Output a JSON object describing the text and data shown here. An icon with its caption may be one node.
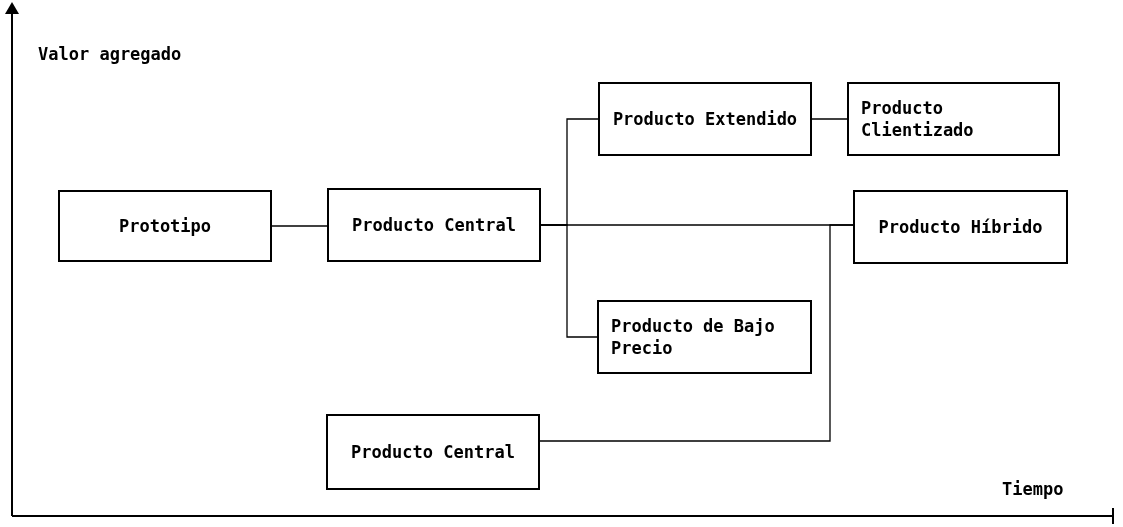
{
  "diagram": {
    "nodes": [
      {
        "text": [
          "Prototipo"
        ]
      },
      {
        "text": [
          "Producto Central"
        ]
      },
      {
        "text": [
          "Producto Extendido"
        ]
      },
      {
        "text": [
          "Producto Clientizado"
        ]
      },
      {
        "text": [
          "Producto Híbrido"
        ]
      },
      {
        "text": [
          "Producto de Bajo Precio"
        ]
      },
      {
        "text": [
          "Producto Central"
        ]
      }
    ],
    "edges": [
      {
        "from": 0,
        "to": 1,
        "arrow": "none"
      },
      {
        "from": 1,
        "to": 2,
        "arrow": "none"
      },
      {
        "from": 1,
        "to": 5,
        "arrow": "none"
      },
      {
        "from": 1,
        "to": 4,
        "arrow": "none"
      },
      {
        "from": 6,
        "to": 4,
        "arrow": "none"
      },
      {
        "from": 2,
        "to": 3,
        "arrow": "none"
      }
    ],
    "labels": [
      "Valor agregado",
      "Tiempo"
    ]
  }
}
